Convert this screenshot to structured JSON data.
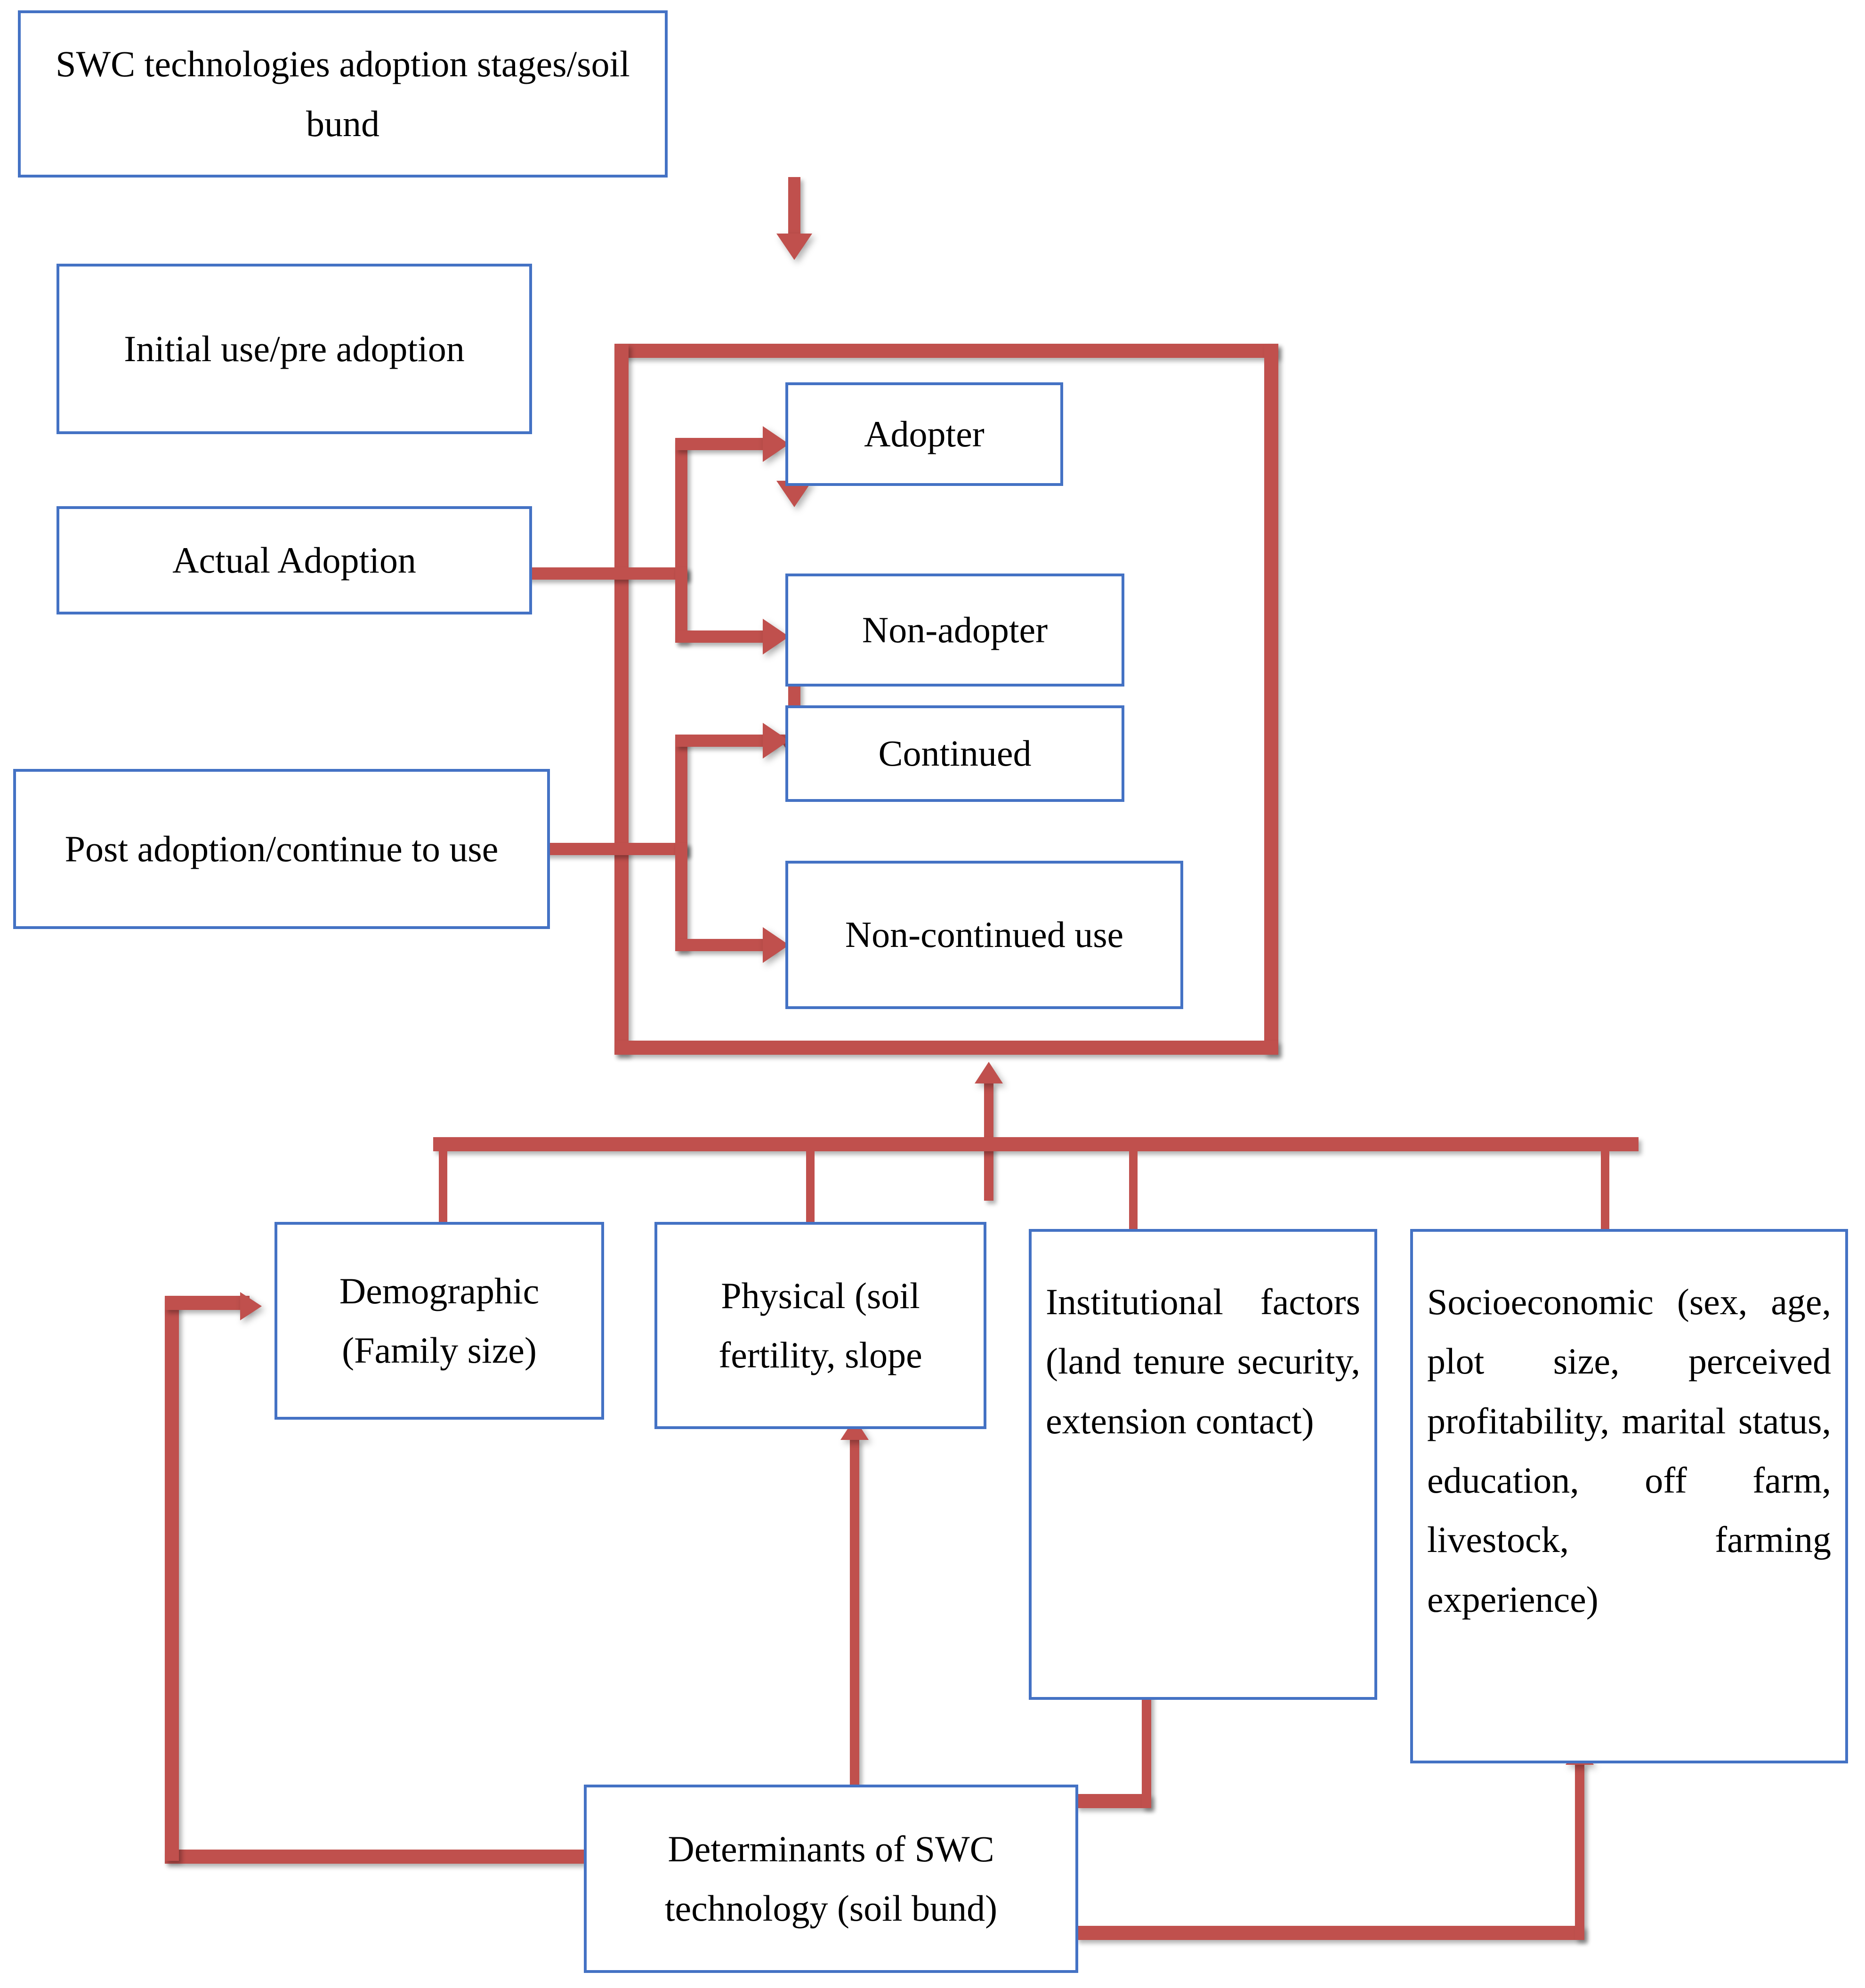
{
  "diagram": {
    "title": "SWC technologies adoption stages and determinants flow chart",
    "colors": {
      "box_border": "#4472C4",
      "connector": "#C0504D",
      "background": "#FFFFFF",
      "text": "#000000"
    },
    "nodes": {
      "stage_root": "SWC technologies adoption stages/soil bund",
      "stage_initial": "Initial use/pre adoption",
      "stage_actual": "Actual Adoption",
      "stage_post": "Post adoption/continue to use",
      "outcome_adopter": "Adopter",
      "outcome_non_adopter": "Non-adopter",
      "outcome_continued": "Continued",
      "outcome_non_continued": "Non-continued use",
      "factor_demographic": "Demographic (Family size)",
      "factor_physical": "Physical  (soil fertility, slope",
      "factor_institutional": "Institutional factors  (land tenure security, extension contact)",
      "factor_socioeconomic": "Socioeconomic (sex, age, plot size, perceived profitability, marital status,  education, off farm, livestock, farming experience)",
      "determinants": "Determinants of SWC technology (soil bund)"
    }
  }
}
